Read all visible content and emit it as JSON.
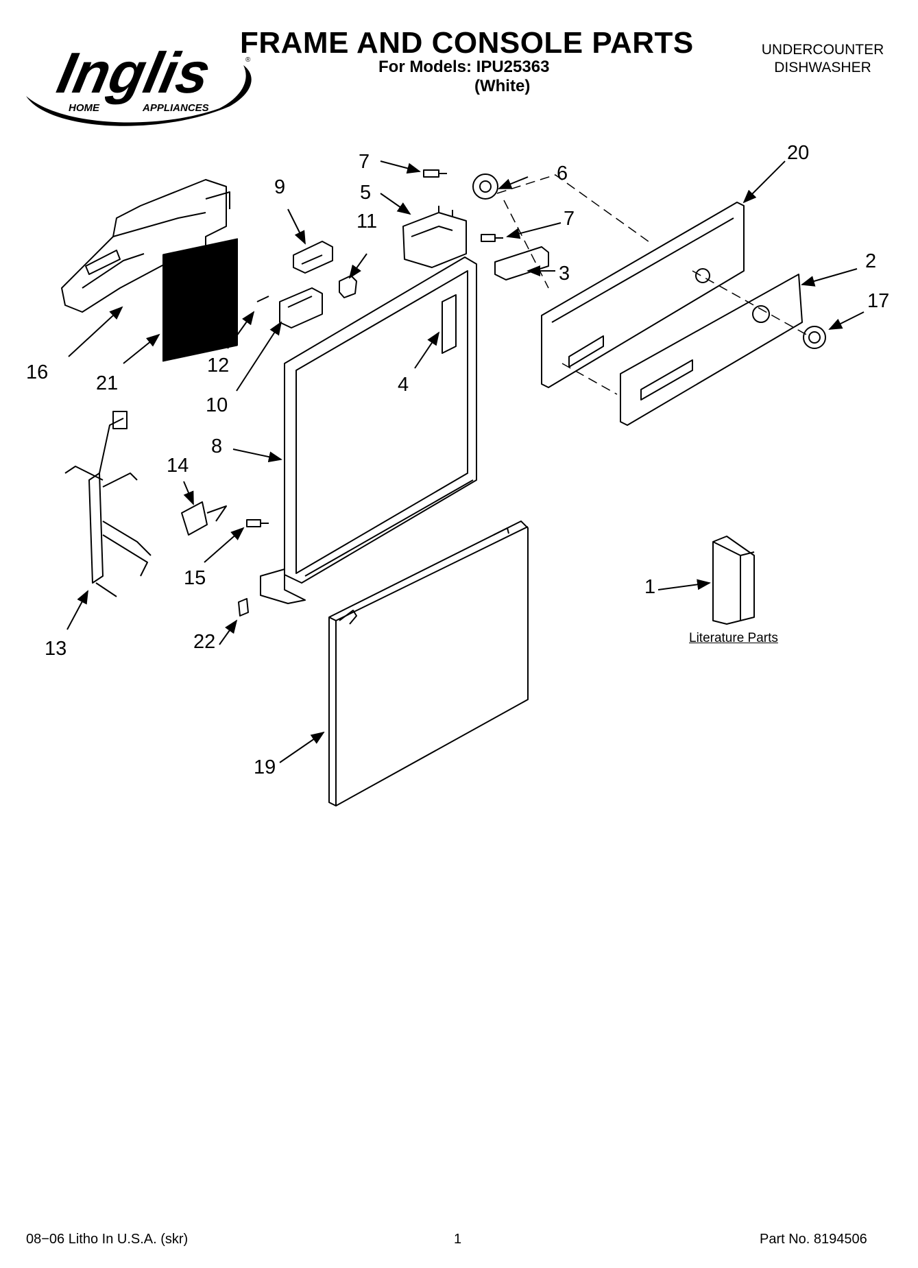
{
  "brand": {
    "logo_text": "Inglis",
    "logo_sub_left": "HOME",
    "logo_sub_right": "APPLIANCES"
  },
  "header": {
    "title": "FRAME AND CONSOLE PARTS",
    "models_line": "For Models: IPU25363",
    "color_line": "(White)",
    "appliance_type_line1": "UNDERCOUNTER",
    "appliance_type_line2": "DISHWASHER"
  },
  "diagram": {
    "callouts": [
      "1",
      "2",
      "3",
      "4",
      "5",
      "6",
      "7",
      "7",
      "8",
      "9",
      "10",
      "11",
      "12",
      "13",
      "14",
      "15",
      "16",
      "17",
      "19",
      "20",
      "21",
      "22"
    ],
    "literature_label": "Literature Parts"
  },
  "footer": {
    "print_info": "08−06 Litho In U.S.A. (skr)",
    "page_number": "1",
    "part_number": "Part No. 8194506"
  }
}
